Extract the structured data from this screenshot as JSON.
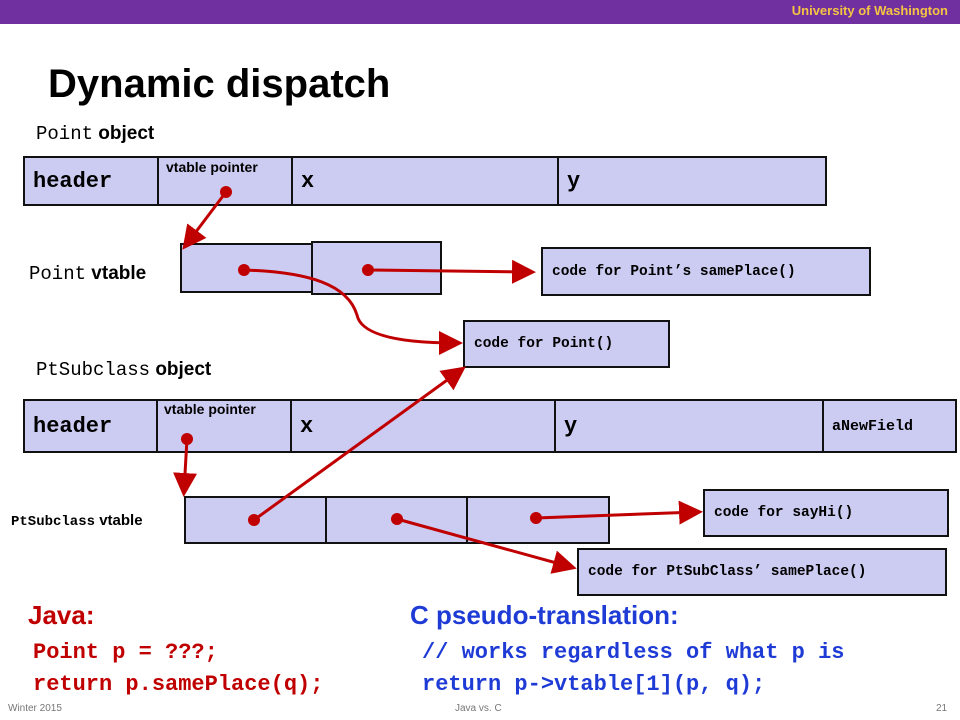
{
  "header": {
    "institution": "University of Washington"
  },
  "title": "Dynamic dispatch",
  "point_object": {
    "label_code": "Point",
    "label_text": "object",
    "fields": [
      "header",
      "x",
      "y"
    ],
    "vtable_pointer_label": "vtable pointer"
  },
  "point_vtable": {
    "label_code": "Point",
    "label_text": "vtable"
  },
  "ptsub_object": {
    "label_code": "PtSubclass",
    "label_text": "object",
    "fields": [
      "header",
      "x",
      "y",
      "aNewField"
    ],
    "vtable_pointer_label": "vtable pointer"
  },
  "ptsub_vtable": {
    "label_code": "PtSubclass",
    "label_text": "vtable"
  },
  "code_boxes": {
    "point_sameplace": "code for Point’s samePlace()",
    "point_ctor": "code for Point()",
    "sayhi": "code for sayHi()",
    "ptsub_sameplace": "code for PtSubClass’ samePlace()"
  },
  "java": {
    "heading": "Java:",
    "lines": [
      "Point p = ???;",
      "return p.samePlace(q);"
    ]
  },
  "c": {
    "heading": "C pseudo-translation:",
    "lines": [
      "// works regardless of what p is",
      "return p->vtable[1](p, q);"
    ]
  },
  "footer": {
    "left": "Winter 2015",
    "center": "Java vs. C",
    "page": "21"
  },
  "colors": {
    "topbar": "#7030a0",
    "accent": "#f5c542",
    "box_fill": "#ccccf2",
    "arrow": "#c00000",
    "c_text": "#1f3bd6"
  }
}
